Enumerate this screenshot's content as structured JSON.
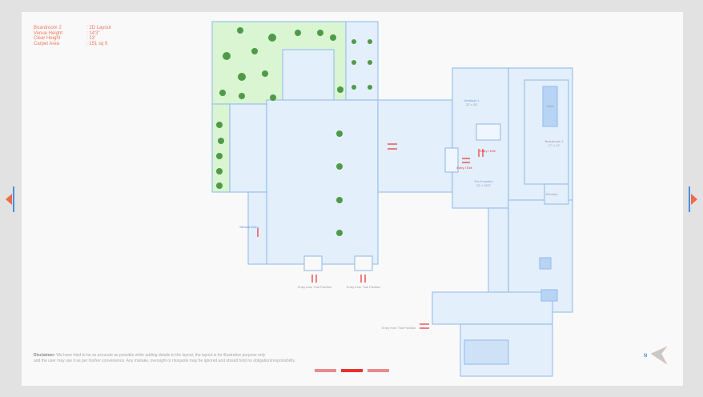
{
  "info": [
    {
      "key": "Boardroom 2",
      "value": ": 2D Layout"
    },
    {
      "key": "Venue Height",
      "value": ": 14'3\""
    },
    {
      "key": "Clear Height",
      "value": ": 13'"
    },
    {
      "key": "Carpet Area",
      "value": ": 151 sq ft"
    }
  ],
  "disclaimer": {
    "label": "Disclaimer:",
    "line1": " We have tried to be as accurate as possible while adding details to the layout, the layout is for illustrative purpose only",
    "line2": "and the user may use it as per his/her convenience. Any mistake, oversight or misquote may be ignored and should hold no obligation/responsibility."
  },
  "plan": {
    "labels": {
      "service_entry": "Service Entry",
      "entry_thai_1": "Entry from Thai Pavilion",
      "entry_thai_2": "Entry from Thai Pavilion",
      "entry_thai_3": "Entry from Thai Pavilion",
      "vestibule": "Vestibule 1",
      "vestibule_dim": "23' x 28'",
      "prefunction": "Pre-Function",
      "prefunction_dim": "23' x 28'9\"",
      "boardroom1": "Boardroom 1",
      "boardroom1_dim": "17' x 12'",
      "entry_exit_1": "Entry / Exit",
      "entry_exit_2": "Entry / Exit",
      "table": "Table",
      "elevator": "Elevator",
      "compass": "N"
    }
  },
  "colors": {
    "accent": "#e8312f",
    "plan_fill": "#e4effc",
    "plan_line": "#9cc1ec",
    "garden": "#d9f5d2",
    "info": "#f07860"
  },
  "pager": {
    "pages": 3,
    "current": 2
  }
}
